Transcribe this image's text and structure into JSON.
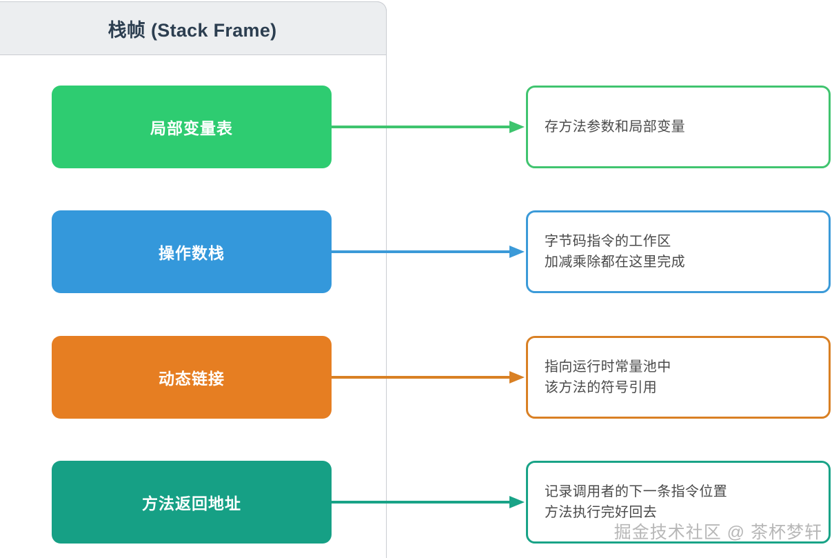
{
  "panel": {
    "title": "栈帧 (Stack Frame)"
  },
  "rows": [
    {
      "label": "局部变量表",
      "color": "#2ECC71",
      "border_color": "#40c46f",
      "arrow_color": "#3ec46e",
      "desc_lines": [
        "存方法参数和局部变量"
      ]
    },
    {
      "label": "操作数栈",
      "color": "#3498DB",
      "border_color": "#3b9ad8",
      "arrow_color": "#3b9ad8",
      "desc_lines": [
        "字节码指令的工作区",
        "加减乘除都在这里完成"
      ]
    },
    {
      "label": "动态链接",
      "color": "#E67E22",
      "border_color": "#d98024",
      "arrow_color": "#d98024",
      "desc_lines": [
        "指向运行时常量池中",
        "该方法的符号引用"
      ]
    },
    {
      "label": "方法返回地址",
      "color": "#16A085",
      "border_color": "#19a387",
      "arrow_color": "#19a387",
      "desc_lines": [
        "记录调用者的下一条指令位置",
        "方法执行完好回去"
      ]
    }
  ],
  "watermark": "掘金技术社区 @ 茶杯梦轩",
  "geometry": {
    "row_tops": [
      124,
      305,
      487,
      668
    ]
  }
}
